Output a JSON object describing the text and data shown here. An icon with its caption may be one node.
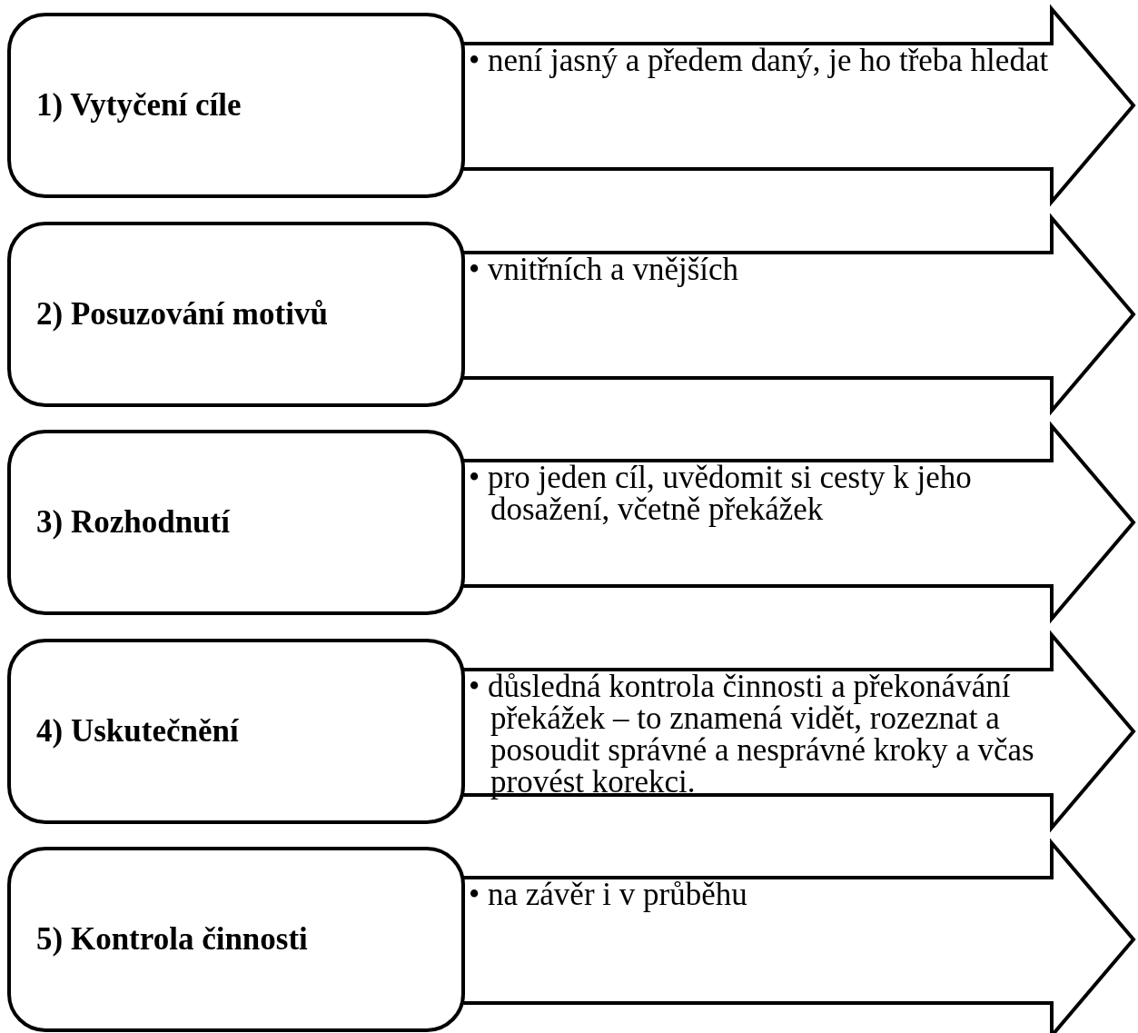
{
  "diagram": {
    "nodes": [
      {
        "text": [
          "1) Vytyčení cíle"
        ]
      },
      {
        "text": [
          "• není jasný a předem daný, je ho třeba hledat"
        ]
      },
      {
        "text": [
          "2) Posuzování motivů"
        ]
      },
      {
        "text": [
          "• vnitřních a vnějších"
        ]
      },
      {
        "text": [
          "3) Rozhodnutí"
        ]
      },
      {
        "text": [
          "• pro jeden cíl, uvědomit si cesty k jeho dosažení, včetně překážek"
        ]
      },
      {
        "text": [
          "4) Uskutečnění"
        ]
      },
      {
        "text": [
          "• důsledná kontrola činnosti a překonávání překážek – to znamená vidět, rozeznat a posoudit správné a nesprávné kroky a včas provést korekci."
        ]
      },
      {
        "text": [
          "5) Kontrola činnosti"
        ]
      },
      {
        "text": [
          "• na závěr i v průběhu"
        ]
      }
    ]
  }
}
